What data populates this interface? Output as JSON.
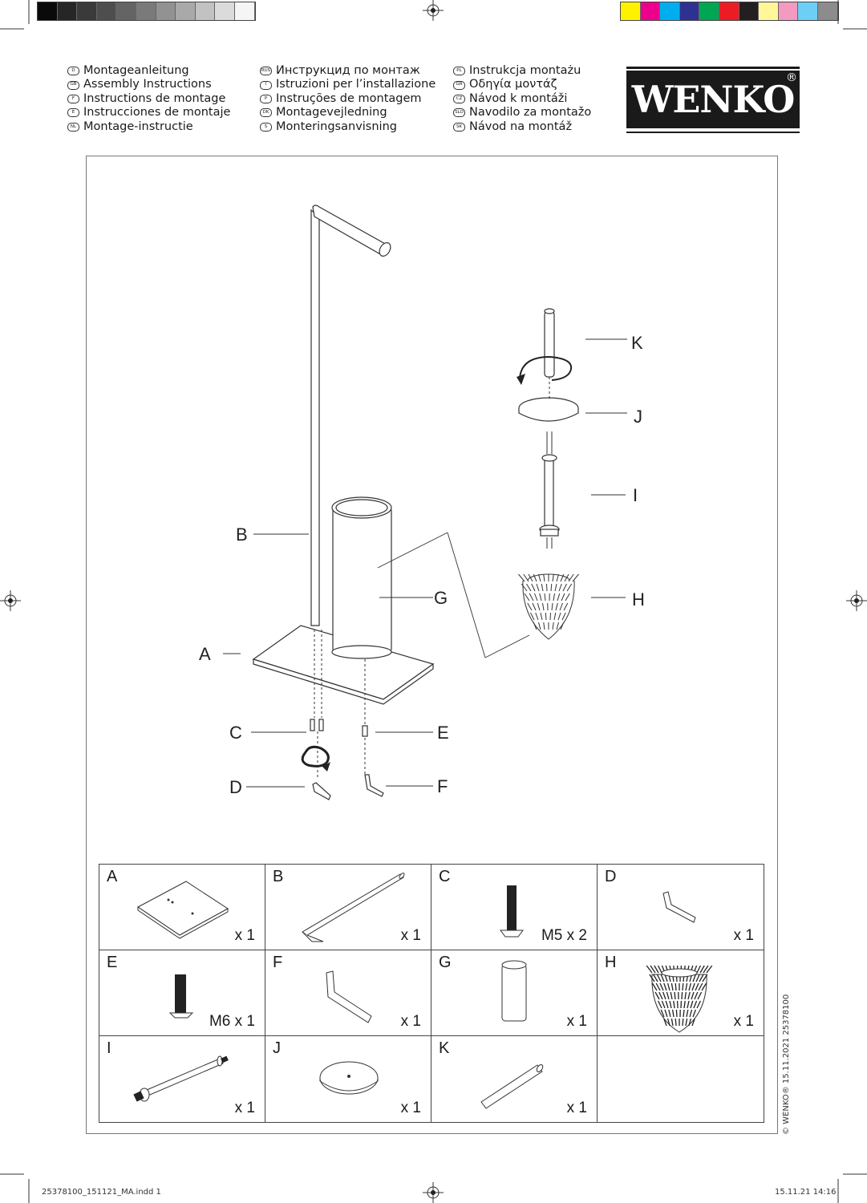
{
  "print_marks": {
    "gray_swatches": [
      "#0a0a0a",
      "#262626",
      "#3a3a3a",
      "#4e4e4e",
      "#646464",
      "#7a7a7a",
      "#929292",
      "#a9a9a9",
      "#c2c2c2",
      "#dbdbdb",
      "#f5f5f5"
    ],
    "color_swatches": [
      "#fff200",
      "#ec008c",
      "#00aeef",
      "#2e3192",
      "#00a651",
      "#ed1c24",
      "#231f20",
      "#fff799",
      "#f49ac1",
      "#6dcff6",
      "#8c8c8c"
    ]
  },
  "languages": {
    "col1": [
      {
        "code": "D",
        "text": "Montageanleitung"
      },
      {
        "code": "GB",
        "text": "Assembly Instructions"
      },
      {
        "code": "F",
        "text": "Instructions de montage"
      },
      {
        "code": "E",
        "text": "Instrucciones de montaje"
      },
      {
        "code": "NL",
        "text": "Montage-instructie"
      }
    ],
    "col2": [
      {
        "code": "RUS",
        "text": "Инструкцид по монтаж"
      },
      {
        "code": "I",
        "text": "Istruzioni per l’installazione"
      },
      {
        "code": "P",
        "text": "Instruções de montagem"
      },
      {
        "code": "DK",
        "text": "Montagevejledning"
      },
      {
        "code": "S",
        "text": "Monteringsanvisning"
      }
    ],
    "col3": [
      {
        "code": "PL",
        "text": "Instrukcja montażu"
      },
      {
        "code": "GR",
        "text": "Οδηγία μοντάζ"
      },
      {
        "code": "CZ",
        "text": "Návod k montáži"
      },
      {
        "code": "SLO",
        "text": "Navodilo za montažo"
      },
      {
        "code": "SK",
        "text": "Návod na montáž"
      }
    ]
  },
  "logo": {
    "text": "WENKO",
    "registered": "®"
  },
  "callouts": {
    "A": "A",
    "B": "B",
    "C": "C",
    "D": "D",
    "E": "E",
    "F": "F",
    "G": "G",
    "H": "H",
    "I": "I",
    "J": "J",
    "K": "K"
  },
  "parts": [
    {
      "letter": "A",
      "qty": "x 1",
      "icon": "base-plate-icon"
    },
    {
      "letter": "B",
      "qty": "x 1",
      "icon": "stand-rod-icon"
    },
    {
      "letter": "C",
      "qty": "M5 x 2",
      "icon": "screw-m5-icon"
    },
    {
      "letter": "D",
      "qty": "x 1",
      "icon": "small-allen-key-icon"
    },
    {
      "letter": "E",
      "qty": "M6 x 1",
      "icon": "screw-m6-icon"
    },
    {
      "letter": "F",
      "qty": "x 1",
      "icon": "large-allen-key-icon"
    },
    {
      "letter": "G",
      "qty": "x 1",
      "icon": "brush-container-icon"
    },
    {
      "letter": "H",
      "qty": "x 1",
      "icon": "brush-head-icon"
    },
    {
      "letter": "I",
      "qty": "x 1",
      "icon": "threaded-shaft-icon"
    },
    {
      "letter": "J",
      "qty": "x 1",
      "icon": "lid-disc-icon"
    },
    {
      "letter": "K",
      "qty": "x 1",
      "icon": "handle-rod-icon"
    }
  ],
  "side_note": "© WENKO® 15.11.2021  25378100",
  "footer": {
    "file": "25378100_151121_MA.indd   1",
    "date": "15.11.21   14:16"
  }
}
